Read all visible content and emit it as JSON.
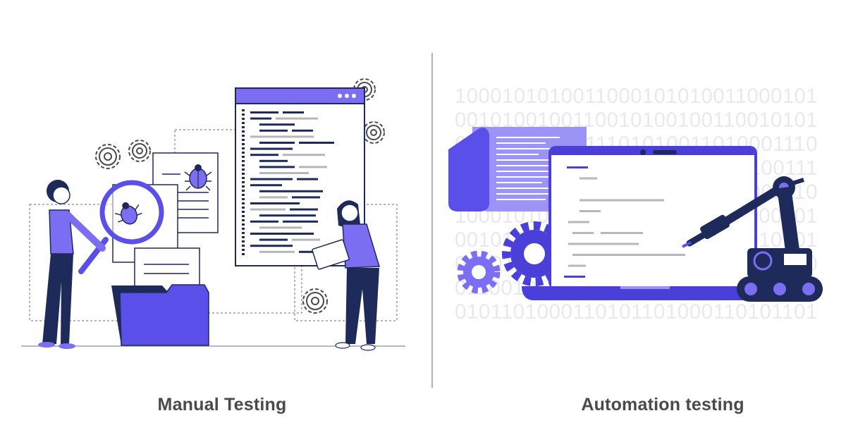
{
  "left_panel": {
    "caption": "Manual Testing"
  },
  "right_panel": {
    "caption": "Automation testing",
    "binary_rows": [
      "1000101010011000101010011000101",
      "0010100100110010100100110010101",
      "0100110100011101010011010001110",
      "1100110101010011001101010100111",
      "0101000111010100011101010001110",
      "1000101010011000101010011000101",
      "0010100100110010100100110010101",
      "0100110100011101010011010001110",
      "0110010101010110010101010110011",
      "0101101000110101101000110101101"
    ]
  },
  "colors": {
    "accent": "#6e5ff0",
    "accent_dark": "#4a3fd8",
    "navy": "#1e2a5a",
    "light_purple": "#9b93f5",
    "gray_line": "#b7b7b7"
  }
}
